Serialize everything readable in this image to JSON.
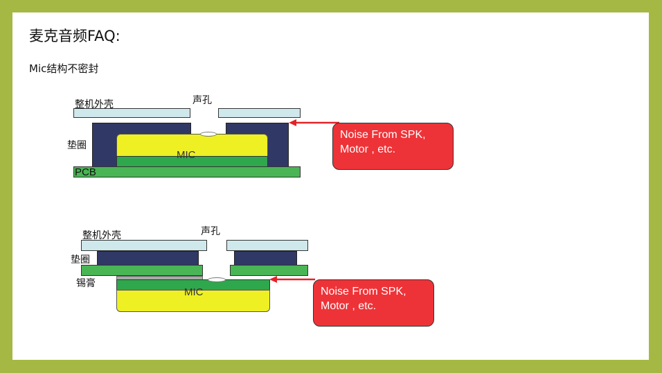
{
  "slide": {
    "title": "麦克音频FAQ:",
    "subtitle": "Mic结构不密封"
  },
  "diagram1": {
    "housing_label": "整机外壳",
    "sound_hole_label": "声孔",
    "gasket_label": "垫圈",
    "mic_label": "MIC",
    "pcb_label": "PCB",
    "callout_line1": "Noise From SPK,",
    "callout_line2": "Motor , etc."
  },
  "diagram2": {
    "housing_label": "整机外壳",
    "sound_hole_label": "声孔",
    "gasket_label": "垫圈",
    "solder_label": "锡膏",
    "mic_label": "MIC",
    "callout_line1": "Noise From SPK,",
    "callout_line2": "Motor , etc."
  },
  "colors": {
    "background_border": "#a5b843",
    "housing": "#cfe8ec",
    "gasket": "#303865",
    "pcb": "#49b554",
    "mic_body": "#eef024",
    "mic_base": "#2fa74d",
    "callout": "#ee3338",
    "arrow": "#e32328"
  }
}
